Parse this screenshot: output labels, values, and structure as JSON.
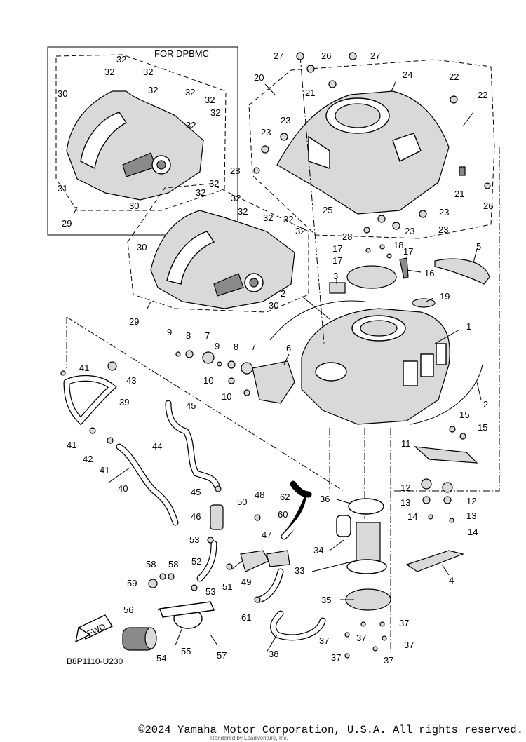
{
  "diagram": {
    "inset_header": "FOR DPBMC",
    "diagram_code": "B8P1110-U230",
    "fwd_label": "FWD",
    "callouts": {
      "c1": "1",
      "c2a": "2",
      "c2b": "2",
      "c3": "3",
      "c4": "4",
      "c5": "5",
      "c6": "6",
      "c7a": "7",
      "c7b": "7",
      "c8a": "8",
      "c8b": "8",
      "c9a": "9",
      "c9b": "9",
      "c10a": "10",
      "c10b": "10",
      "c11": "11",
      "c12a": "12",
      "c12b": "12",
      "c13a": "13",
      "c13b": "13",
      "c14a": "14",
      "c14b": "14",
      "c15a": "15",
      "c15b": "15",
      "c16": "16",
      "c17a": "17",
      "c17b": "17",
      "c17c": "17",
      "c18": "18",
      "c19": "19",
      "c20": "20",
      "c21a": "21",
      "c21b": "21",
      "c22a": "22",
      "c22b": "22",
      "c23a": "23",
      "c23b": "23",
      "c23c": "23",
      "c23d": "23",
      "c23e": "23",
      "c24": "24",
      "c25": "25",
      "c26a": "26",
      "c26b": "26",
      "c27a": "27",
      "c27b": "27",
      "c28a": "28",
      "c28b": "28",
      "c29a": "29",
      "c29b": "29",
      "c30a": "30",
      "c30b": "30",
      "c30c": "30",
      "c30d": "30",
      "c31": "31",
      "c32a": "32",
      "c32b": "32",
      "c32c": "32",
      "c32d": "32",
      "c32e": "32",
      "c32f": "32",
      "c32g": "32",
      "c32h": "32",
      "c32i": "32",
      "c32j": "32",
      "c32k": "32",
      "c32l": "32",
      "c32m": "32",
      "c32n": "32",
      "c32o": "32",
      "c33": "33",
      "c34": "34",
      "c35": "35",
      "c36": "36",
      "c37a": "37",
      "c37b": "37",
      "c37c": "37",
      "c37d": "37",
      "c37e": "37",
      "c37f": "37",
      "c38": "38",
      "c39": "39",
      "c40": "40",
      "c41a": "41",
      "c41b": "41",
      "c41c": "41",
      "c42": "42",
      "c43": "43",
      "c44": "44",
      "c45a": "45",
      "c45b": "45",
      "c46": "46",
      "c47": "47",
      "c48": "48",
      "c49": "49",
      "c50": "50",
      "c51": "51",
      "c52": "52",
      "c53a": "53",
      "c53b": "53",
      "c54": "54",
      "c55": "55",
      "c56": "56",
      "c57": "57",
      "c58a": "58",
      "c58b": "58",
      "c59": "59",
      "c60": "60",
      "c61": "61",
      "c62": "62"
    }
  },
  "footer": {
    "copyright": "©2024 Yamaha Motor Corporation, U.S.A. All rights reserved.",
    "rendered_by": "Rendered by LeadVenture, Inc."
  }
}
